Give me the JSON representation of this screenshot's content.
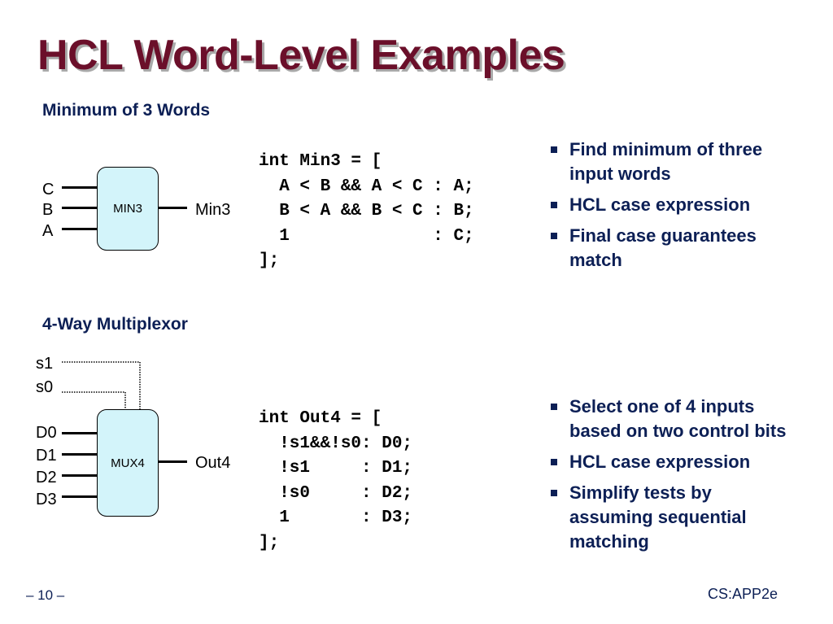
{
  "slide": {
    "title": "HCL Word-Level Examples",
    "page_number": "– 10 –",
    "course": "CS:APP2e"
  },
  "min3": {
    "heading": "Minimum of 3 Words",
    "block_label": "MIN3",
    "inputs": [
      "C",
      "B",
      "A"
    ],
    "output": "Min3",
    "code": "int Min3 = [\n  A < B && A < C : A;\n  B < A && B < C : B;\n  1              : C;\n];",
    "bullets": [
      "Find minimum of three input words",
      "HCL case expression",
      "Final case guarantees match"
    ]
  },
  "mux4": {
    "heading": "4-Way Multiplexor",
    "block_label": "MUX4",
    "controls": [
      "s1",
      "s0"
    ],
    "inputs": [
      "D0",
      "D1",
      "D2",
      "D3"
    ],
    "output": "Out4",
    "code": "int Out4 = [\n  !s1&&!s0: D0;\n  !s1     : D1;\n  !s0     : D2;\n  1       : D3;\n];",
    "bullets": [
      "Select one of 4 inputs based on two control bits",
      "HCL case expression",
      "Simplify tests by assuming sequential matching"
    ]
  },
  "colors": {
    "title": "#6b0f2a",
    "heading": "#0c1f55",
    "block_fill": "#d3f4fa"
  }
}
